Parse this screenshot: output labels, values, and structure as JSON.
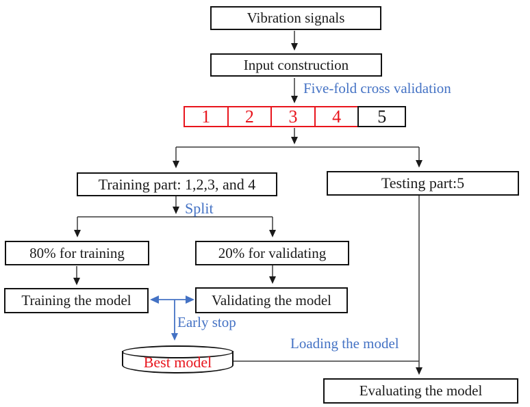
{
  "nodes": {
    "vibration_signals": "Vibration signals",
    "input_construction": "Input construction",
    "training_part": "Training part: 1,2,3, and 4",
    "testing_part": "Testing part:5",
    "train_80": "80% for training",
    "valid_20": "20% for validating",
    "training_model": "Training the model",
    "validating_model": "Validating the model",
    "best_model": "Best model",
    "evaluating_model": "Evaluating the model"
  },
  "folds": {
    "cells": [
      "1",
      "2",
      "3",
      "4",
      "5"
    ],
    "training_folds": [
      "1",
      "2",
      "3",
      "4"
    ],
    "testing_fold": "5"
  },
  "labels": {
    "five_fold": "Five-fold cross validation",
    "split": "Split",
    "early_stop": "Early stop",
    "loading": "Loading the model"
  },
  "colors": {
    "fold_red": "#e8141c",
    "label_blue": "#4472c4",
    "line_black": "#3a3a3a",
    "background": "#ffffff"
  }
}
